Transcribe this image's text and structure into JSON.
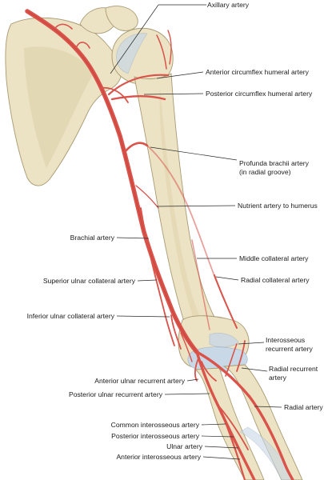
{
  "figure": {
    "labels": [
      {
        "id": "axillary",
        "lines": [
          "Axillary artery"
        ]
      },
      {
        "id": "ant-circumflex",
        "lines": [
          "Anterior circumflex humeral artery"
        ]
      },
      {
        "id": "post-circumflex",
        "lines": [
          "Posterior circumflex humeral artery"
        ]
      },
      {
        "id": "profunda",
        "lines": [
          "Profunda brachii artery",
          "(in radial groove)"
        ]
      },
      {
        "id": "nutrient",
        "lines": [
          "Nutrient artery to humerus"
        ]
      },
      {
        "id": "brachial",
        "lines": [
          "Brachial artery"
        ]
      },
      {
        "id": "middle-collateral",
        "lines": [
          "Middle collateral artery"
        ]
      },
      {
        "id": "superior-ulnar",
        "lines": [
          "Superior ulnar collateral artery"
        ]
      },
      {
        "id": "radial-collateral",
        "lines": [
          "Radial collateral artery"
        ]
      },
      {
        "id": "inferior-ulnar",
        "lines": [
          "Inferior ulnar collateral artery"
        ]
      },
      {
        "id": "interosseous-recurrent",
        "lines": [
          "Interosseous",
          "recurrent artery"
        ]
      },
      {
        "id": "radial-recurrent",
        "lines": [
          "Radial recurrent",
          "artery"
        ]
      },
      {
        "id": "ant-ulnar-recurrent",
        "lines": [
          "Anterior ulnar recurrent artery"
        ]
      },
      {
        "id": "post-ulnar-recurrent",
        "lines": [
          "Posterior ulnar recurrent artery"
        ]
      },
      {
        "id": "radial",
        "lines": [
          "Radial artery"
        ]
      },
      {
        "id": "common-interosseous",
        "lines": [
          "Common interosseous artery"
        ]
      },
      {
        "id": "post-interosseous",
        "lines": [
          "Posterior interosseous artery"
        ]
      },
      {
        "id": "ulnar",
        "lines": [
          "Ulnar artery"
        ]
      },
      {
        "id": "ant-interosseous",
        "lines": [
          "Anterior interosseous artery"
        ]
      }
    ]
  },
  "colors": {
    "bone": "#ece2c4",
    "artery": "#d9534a",
    "artery_dark": "#b83a32",
    "cartilage": "#c9d8e6",
    "label_text": "#1a1a1a"
  }
}
